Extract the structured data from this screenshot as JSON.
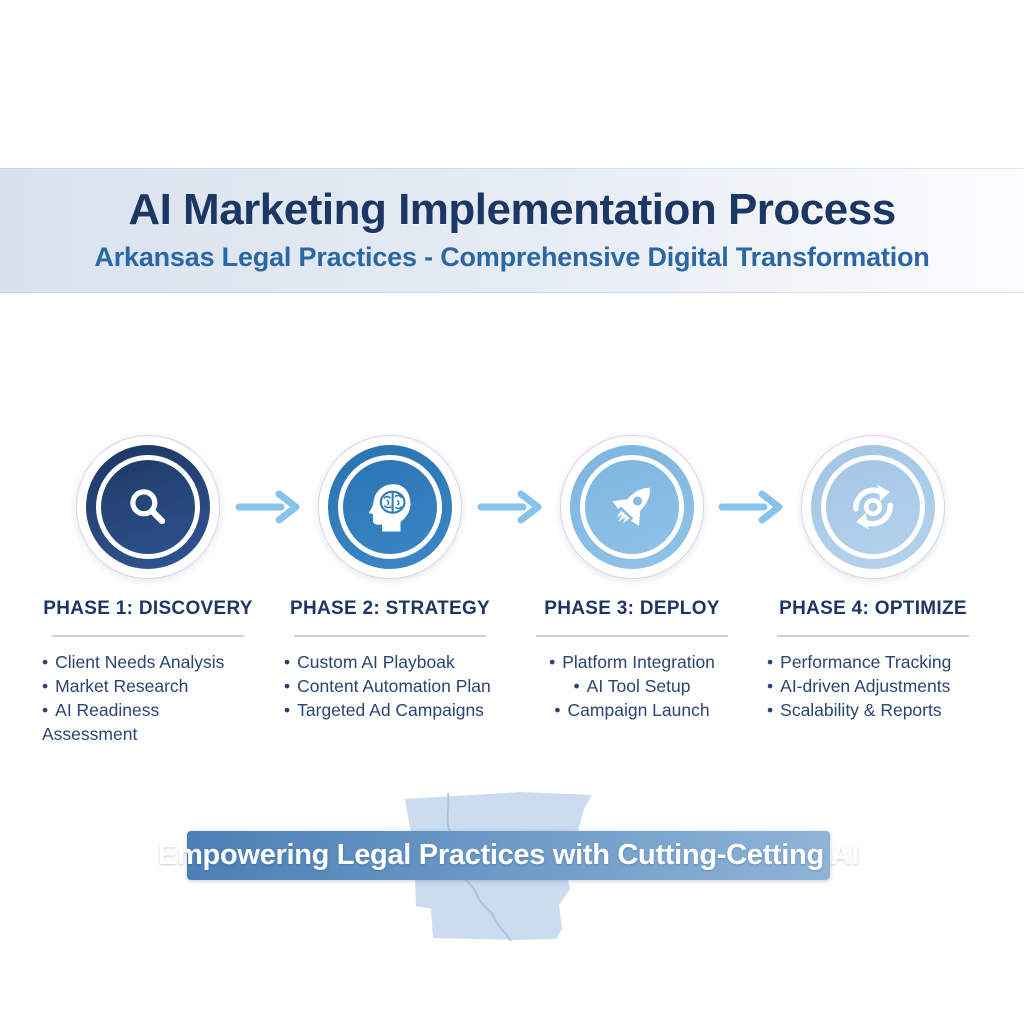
{
  "header": {
    "title": "AI Marketing Implementation Process",
    "subtitle": "Arkansas Legal Practices - Comprehensive Digital Transformation"
  },
  "phases": [
    {
      "title": "PHASE 1: DISCOVERY",
      "icon": "magnifier-icon",
      "gradient": {
        "from": "#1e3966",
        "to": "#2f5390"
      },
      "items": [
        "Client Needs Analysis",
        "Market Research",
        "AI Readiness Assessment"
      ]
    },
    {
      "title": "PHASE 2: STRATEGY",
      "icon": "head-brain-icon",
      "gradient": {
        "from": "#2b74b2",
        "to": "#3a86c6"
      },
      "items": [
        "Custom AI Playboak",
        "Content Automation Plan",
        "Targeted Ad Campaigns"
      ]
    },
    {
      "title": "PHASE 3: DEPLOY",
      "icon": "rocket-icon",
      "gradient": {
        "from": "#7db6e1",
        "to": "#90c2e8"
      },
      "items": [
        "Platform Integration",
        "AI Tool Setup",
        "Campaign Launch"
      ]
    },
    {
      "title": "PHASE 4: OPTIMIZE",
      "icon": "sync-arrows-icon",
      "gradient": {
        "from": "#a3c6e5",
        "to": "#b5d2ec"
      },
      "items": [
        "Performance Tracking",
        "AI-driven Adjustments",
        "Scalability & Reports"
      ]
    }
  ],
  "banner": {
    "text": "Empowering Legal Practices with Cutting-Cetting AI"
  },
  "map": {
    "name": "Arkansas state silhouette"
  },
  "colors": {
    "title_navy": "#1d3765",
    "subtitle_blue": "#2b67a4",
    "band_from": "#d9e2ee",
    "band_to": "#fcfdfe",
    "arrow": "#87c3ec",
    "banner_from": "#4b80b6",
    "banner_to": "#8fb4d8",
    "map_fill": "#cbdcee",
    "map_river": "#a5c7e4"
  }
}
